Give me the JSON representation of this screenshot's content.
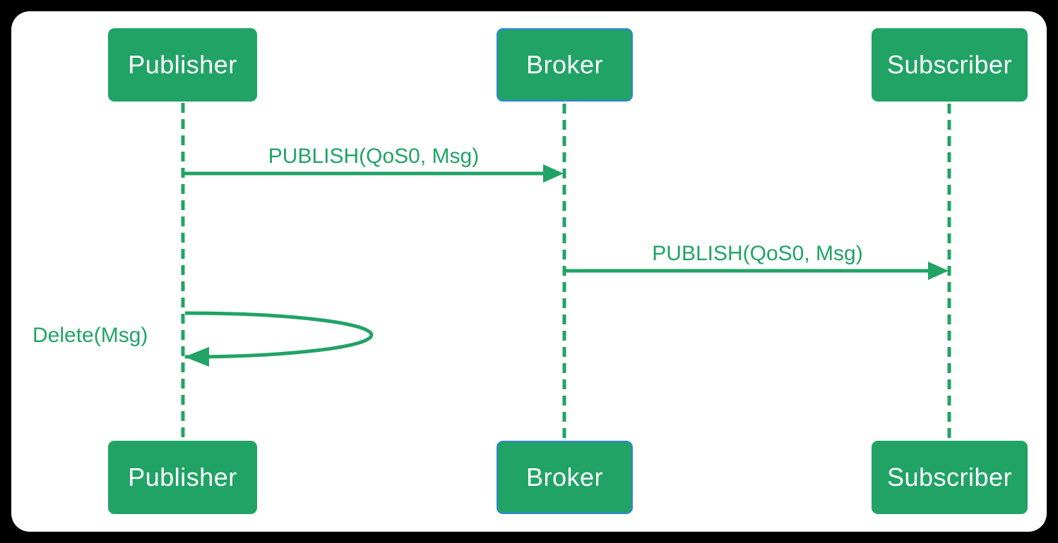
{
  "colors": {
    "green": "#21a366",
    "selection-blue": "#3184e4",
    "canvas-bg": "#ffffff",
    "frame-bg": "#000000",
    "box-text": "#ffffff"
  },
  "diagram": {
    "type": "sequence-diagram",
    "actors": [
      {
        "label": "Publisher",
        "selected": false
      },
      {
        "label": "Broker",
        "selected": true
      },
      {
        "label": "Subscriber",
        "selected": false
      }
    ],
    "messages": [
      {
        "label": "PUBLISH(QoS0, Msg)",
        "from": "Publisher",
        "to": "Broker",
        "kind": "arrow"
      },
      {
        "label": "PUBLISH(QoS0, Msg)",
        "from": "Broker",
        "to": "Subscriber",
        "kind": "arrow"
      },
      {
        "label": "Delete(Msg)",
        "from": "Publisher",
        "to": "Publisher",
        "kind": "self-loop"
      }
    ]
  }
}
